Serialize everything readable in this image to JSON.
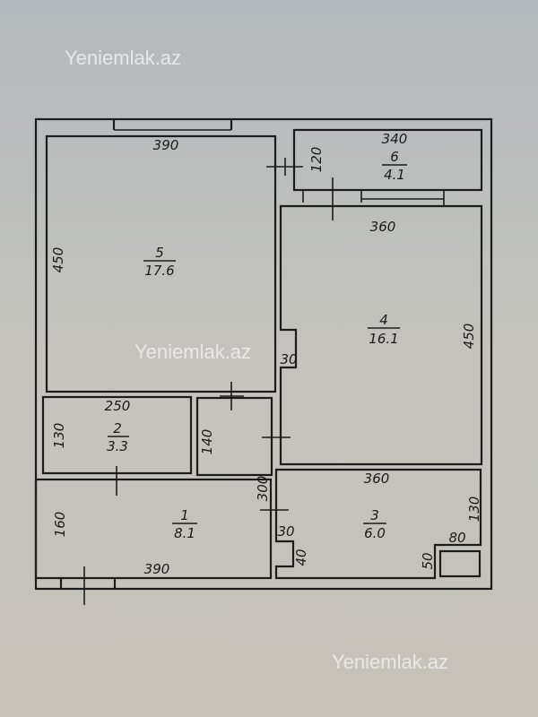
{
  "watermarks": [
    "Yeniemlak.az",
    "Yeniemlak.az",
    "Yeniemlak.az"
  ],
  "rooms": [
    {
      "number": "5",
      "area": "17.6",
      "width": "390",
      "depth": "450"
    },
    {
      "number": "6",
      "area": "4.1",
      "width": "340",
      "depth": "120"
    },
    {
      "number": "4",
      "area": "16.1",
      "width": "360",
      "depth": "450",
      "niche": "30"
    },
    {
      "number": "2",
      "area": "3.3",
      "width": "250",
      "depth": "130"
    },
    {
      "number": "1",
      "area": "8.1",
      "width": "390",
      "depth": "160"
    },
    {
      "number": "3",
      "area": "6.0",
      "width": "360",
      "depth": "130",
      "niche_w": "30",
      "niche_d": "40",
      "shaft_w": "80",
      "shaft_d": "50"
    }
  ],
  "corridor": {
    "width": "140",
    "length": "300"
  }
}
